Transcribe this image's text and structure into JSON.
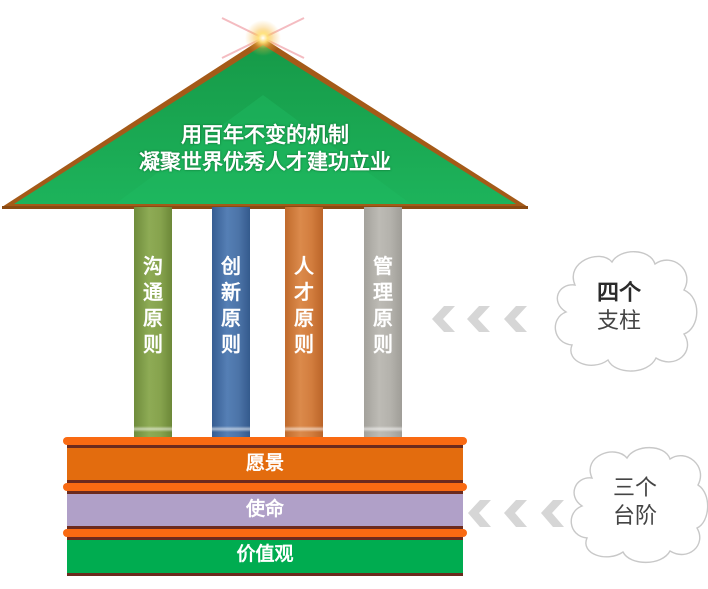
{
  "roof": {
    "line1": "用百年不变的机制",
    "line2": "凝聚世界优秀人才建功立业",
    "fill_color": "#1aab55",
    "edge_color": "#b5651d"
  },
  "pillars": [
    {
      "label": [
        "沟",
        "通",
        "原",
        "则"
      ],
      "name": "沟通原则",
      "color": "#83a04b"
    },
    {
      "label": [
        "创",
        "新",
        "原",
        "则"
      ],
      "name": "创新原则",
      "color": "#4a71a5"
    },
    {
      "label": [
        "人",
        "才",
        "原",
        "则"
      ],
      "name": "人才原则",
      "color": "#d07a3c"
    },
    {
      "label": [
        "管",
        "理",
        "原",
        "则"
      ],
      "name": "管理原则",
      "color": "#b2b0aa"
    }
  ],
  "tiers": [
    {
      "label": "愿景",
      "color": "#e36c0e"
    },
    {
      "label": "使命",
      "color": "#b0a0c8"
    },
    {
      "label": "价值观",
      "color": "#00ac50"
    }
  ],
  "callouts": [
    {
      "line1": "四个",
      "line2": "支柱",
      "icon": "chevron-left-triple-icon"
    },
    {
      "line1": "三个",
      "line2": "台阶",
      "icon": "chevron-left-triple-icon"
    }
  ]
}
